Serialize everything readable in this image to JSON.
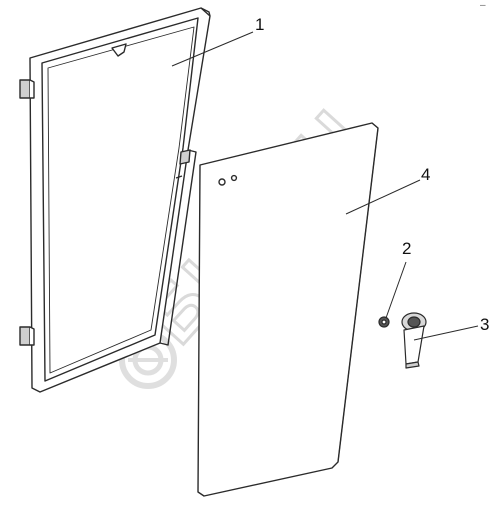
{
  "corner_mark": "–",
  "watermark": {
    "text": "БИЗОН",
    "color": "#d9d9d9"
  },
  "colors": {
    "outline": "#2b2b2b",
    "fill": "#ffffff",
    "shade": "#cfcfcf"
  },
  "parts": [
    {
      "number": "1",
      "name": "door-frame"
    },
    {
      "number": "2",
      "name": "bushing"
    },
    {
      "number": "3",
      "name": "door-handle"
    },
    {
      "number": "4",
      "name": "glass-panel"
    }
  ]
}
